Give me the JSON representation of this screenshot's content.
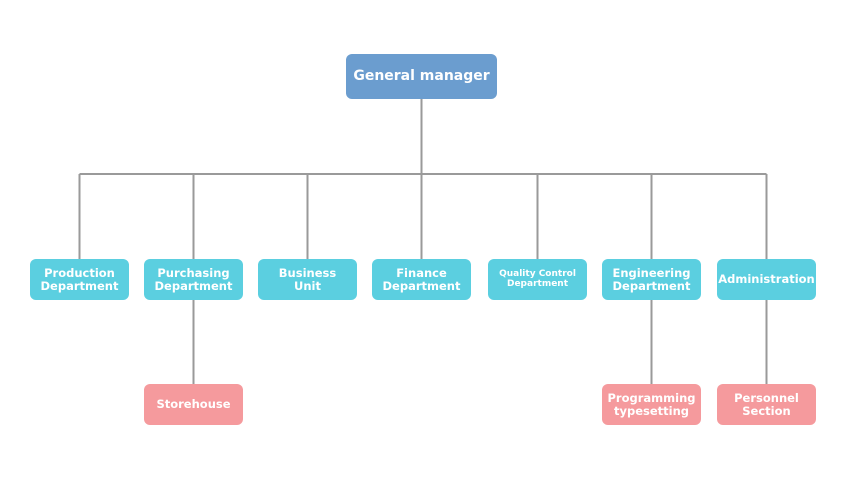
{
  "diagram": {
    "root": {
      "label": "General manager"
    },
    "departments": [
      {
        "key": "production",
        "label": "Production\nDepartment",
        "children": []
      },
      {
        "key": "purchasing",
        "label": "Purchasing\nDepartment",
        "children": [
          {
            "key": "storehouse",
            "label": "Storehouse"
          }
        ]
      },
      {
        "key": "business",
        "label": "Business\nUnit",
        "children": []
      },
      {
        "key": "finance",
        "label": "Finance\nDepartment",
        "children": []
      },
      {
        "key": "quality",
        "label": "Quality Control\nDepartment",
        "children": []
      },
      {
        "key": "engineering",
        "label": "Engineering\nDepartment",
        "children": [
          {
            "key": "programming",
            "label": "Programming\ntypesetting"
          }
        ]
      },
      {
        "key": "administration",
        "label": "Administration",
        "children": [
          {
            "key": "personnel",
            "label": "Personnel\nSection"
          }
        ]
      }
    ],
    "colors": {
      "root": "#6b9dcf",
      "department": "#5bcfe0",
      "subunit": "#f59a9d",
      "connector": "#9a9a9a"
    }
  }
}
